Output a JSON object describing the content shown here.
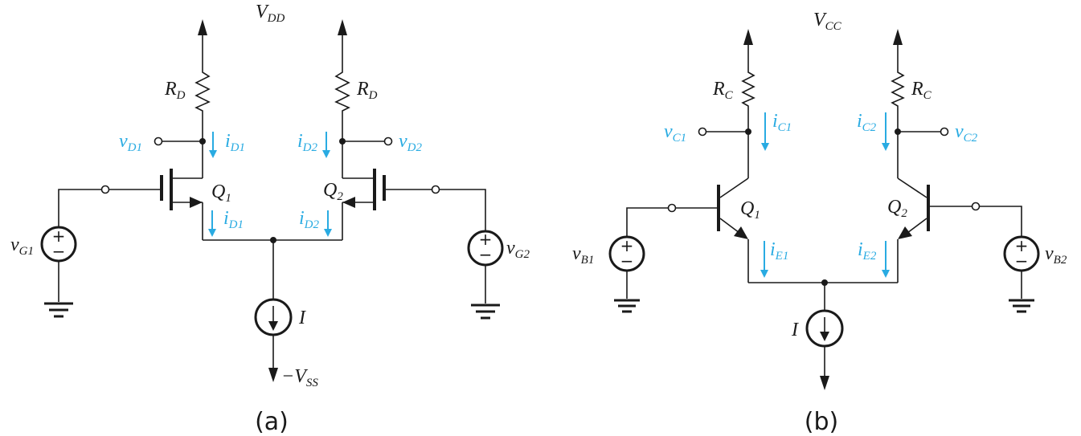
{
  "circuit_a": {
    "supply_top": {
      "main": "V",
      "sub": "DD"
    },
    "supply_bottom": {
      "main": "−V",
      "sub": "SS"
    },
    "rd_left": {
      "main": "R",
      "sub": "D"
    },
    "rd_right": {
      "main": "R",
      "sub": "D"
    },
    "vd1": {
      "main": "v",
      "sub": "D1"
    },
    "vd2": {
      "main": "v",
      "sub": "D2"
    },
    "id1_top": {
      "main": "i",
      "sub": "D1"
    },
    "id2_top": {
      "main": "i",
      "sub": "D2"
    },
    "id1_bot": {
      "main": "i",
      "sub": "D1"
    },
    "id2_bot": {
      "main": "i",
      "sub": "D2"
    },
    "q1": {
      "main": "Q",
      "sub": "1"
    },
    "q2": {
      "main": "Q",
      "sub": "2"
    },
    "vg1": {
      "main": "v",
      "sub": "G1"
    },
    "vg2": {
      "main": "v",
      "sub": "G2"
    },
    "current_source": "I",
    "caption": "(a)"
  },
  "circuit_b": {
    "supply_top": {
      "main": "V",
      "sub": "CC"
    },
    "rc_left": {
      "main": "R",
      "sub": "C"
    },
    "rc_right": {
      "main": "R",
      "sub": "C"
    },
    "vc1": {
      "main": "v",
      "sub": "C1"
    },
    "vc2": {
      "main": "v",
      "sub": "C2"
    },
    "ic1": {
      "main": "i",
      "sub": "C1"
    },
    "ic2": {
      "main": "i",
      "sub": "C2"
    },
    "ie1": {
      "main": "i",
      "sub": "E1"
    },
    "ie2": {
      "main": "i",
      "sub": "E2"
    },
    "q1": {
      "main": "Q",
      "sub": "1"
    },
    "q2": {
      "main": "Q",
      "sub": "2"
    },
    "vb1": {
      "main": "v",
      "sub": "B1"
    },
    "vb2": {
      "main": "v",
      "sub": "B2"
    },
    "current_source": "I",
    "caption": "(b)"
  },
  "source_signs": {
    "plus": "+",
    "minus": "−"
  },
  "colors": {
    "wire": "#1a1a1a",
    "current_label": "#29abe2",
    "background": "#ffffff"
  }
}
